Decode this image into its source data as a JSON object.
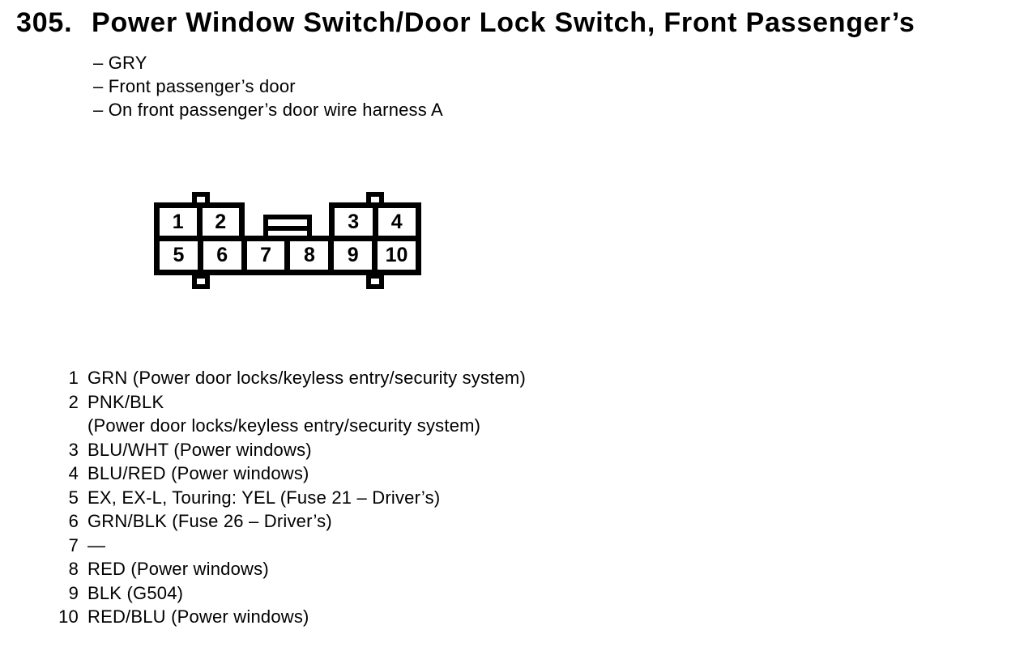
{
  "page": {
    "paper_color": "#ffffff",
    "ink_color": "#000000"
  },
  "header": {
    "number": "305.",
    "title": "Power Window Switch/Door Lock Switch, Front Passenger’s"
  },
  "details": [
    "– GRY",
    "– Front passenger’s door",
    "– On front passenger’s door wire harness A"
  ],
  "connector": {
    "top_left_cells": [
      "1",
      "2"
    ],
    "top_right_cells": [
      "3",
      "4"
    ],
    "bottom_cells": [
      "5",
      "6",
      "7",
      "8",
      "9",
      "10"
    ]
  },
  "pinout": [
    {
      "pin": "1",
      "desc": "GRN (Power door locks/keyless entry/security system)"
    },
    {
      "pin": "2",
      "desc": "PNK/BLK\n(Power door locks/keyless entry/security system)"
    },
    {
      "pin": "3",
      "desc": "BLU/WHT (Power windows)"
    },
    {
      "pin": "4",
      "desc": "BLU/RED (Power windows)"
    },
    {
      "pin": "5",
      "desc": "EX, EX-L, Touring: YEL (Fuse 21 – Driver’s)"
    },
    {
      "pin": "6",
      "desc": "GRN/BLK (Fuse 26 – Driver’s)"
    },
    {
      "pin": "7",
      "desc": "—"
    },
    {
      "pin": "8",
      "desc": "RED (Power windows)"
    },
    {
      "pin": "9",
      "desc": "BLK (G504)"
    },
    {
      "pin": "10",
      "desc": "RED/BLU (Power windows)"
    }
  ]
}
